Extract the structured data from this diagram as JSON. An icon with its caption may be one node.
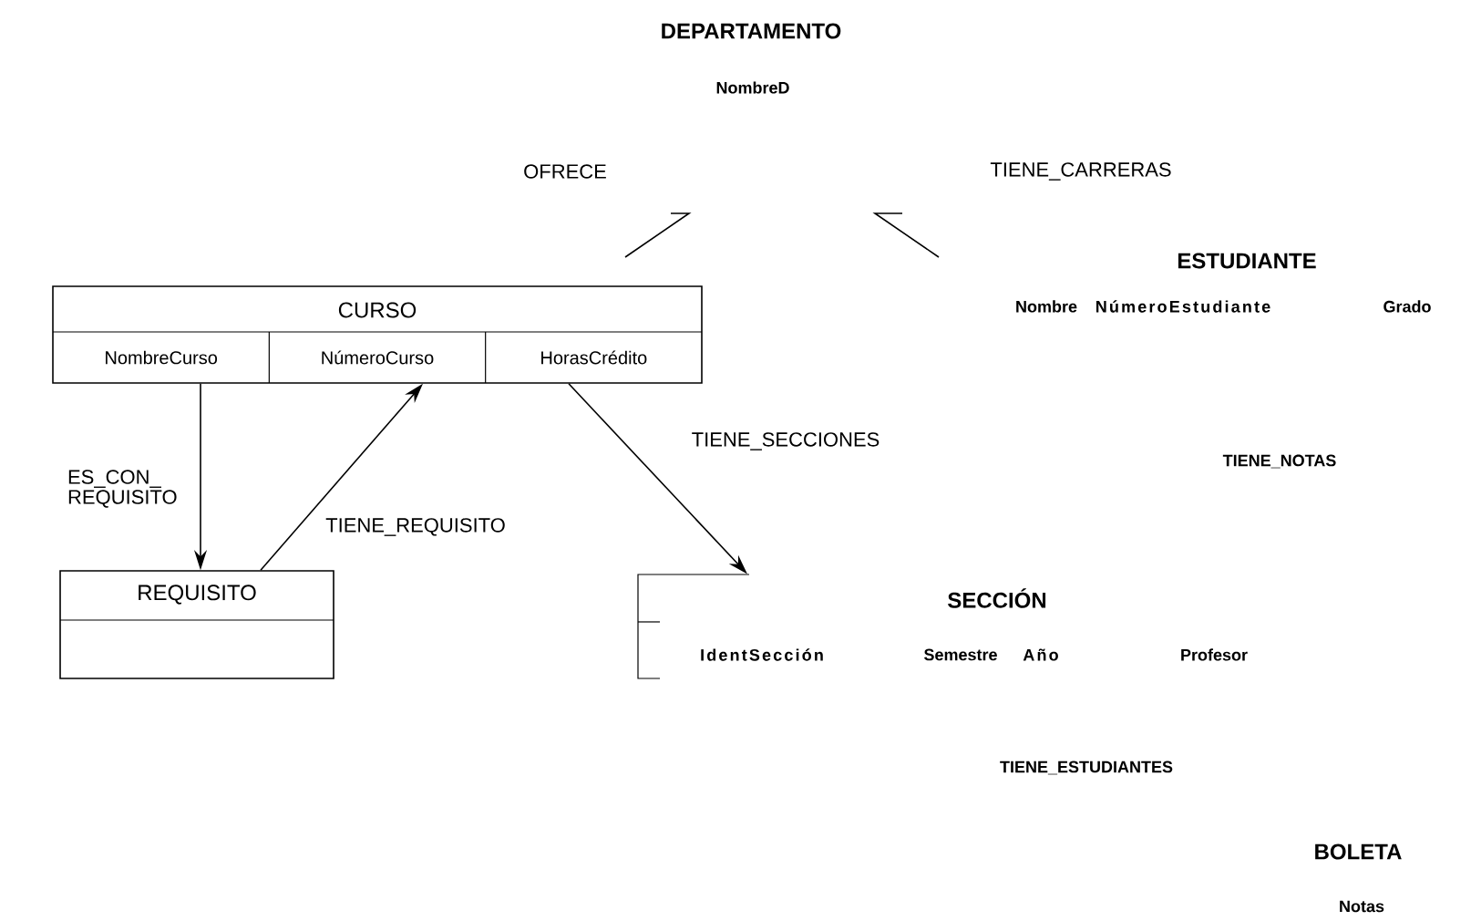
{
  "diagram": {
    "nodes": [
      {
        "text": [
          "DEPARTAMENTO",
          "NombreD"
        ]
      },
      {
        "text": [
          "CURSO",
          "NombreCurso",
          "NúmeroCurso",
          "HorasCrédito"
        ]
      },
      {
        "text": [
          "ESTUDIANTE",
          "Nombre",
          "NúmeroEstudiante",
          "Grado"
        ]
      },
      {
        "text": [
          "REQUISITO"
        ]
      },
      {
        "text": [
          "SECCIÓN",
          "IdentSección",
          "Semestre",
          "Año",
          "Profesor"
        ]
      },
      {
        "text": [
          "BOLETA",
          "Notas"
        ]
      }
    ],
    "edges": [
      {
        "from": 1,
        "to": 3,
        "arrow": "to",
        "label": "ES_CON_ REQUISITO"
      },
      {
        "from": 3,
        "to": 1,
        "arrow": "to",
        "label": "TIENE_REQUISITO"
      },
      {
        "from": 1,
        "to": 4,
        "arrow": "to",
        "label": "TIENE_SECCIONES"
      }
    ],
    "labels": [
      "OFRECE",
      "TIENE_CARRERAS",
      "TIENE_NOTAS",
      "TIENE_ESTUDIANTES"
    ]
  }
}
